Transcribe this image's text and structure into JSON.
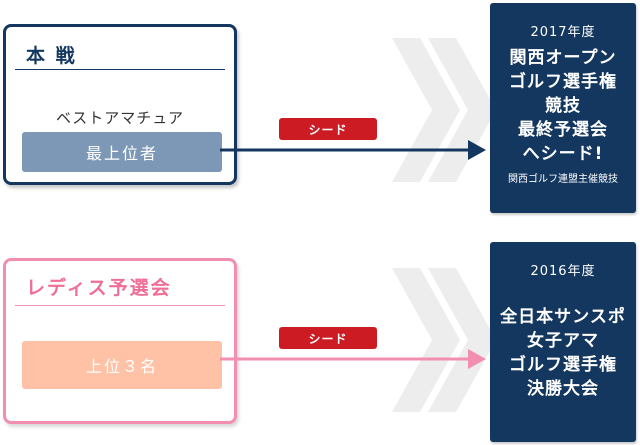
{
  "colors": {
    "navy": "#14375f",
    "pink": "#f28fb0",
    "red": "#cc1b22",
    "slate": "#7c98b6",
    "peach": "#ffc2a6"
  },
  "main_event": {
    "title": "本 戦",
    "subtitle": "ベストアマチュア",
    "pill": "最上位者"
  },
  "ladies": {
    "title": "レディス予選会",
    "pill": "上位３名"
  },
  "seed_labels": [
    "シード",
    "シード"
  ],
  "target_1": {
    "year": "2017年度",
    "lines": [
      "関西オープン",
      "ゴルフ選手権",
      "競技",
      "最終予選会",
      "へシード!"
    ],
    "org": "関西ゴルフ連盟主催競技"
  },
  "target_2": {
    "year": "2016年度",
    "lines": [
      "全日本サンスポ",
      "女子アマ",
      "ゴルフ選手権",
      "決勝大会"
    ]
  }
}
